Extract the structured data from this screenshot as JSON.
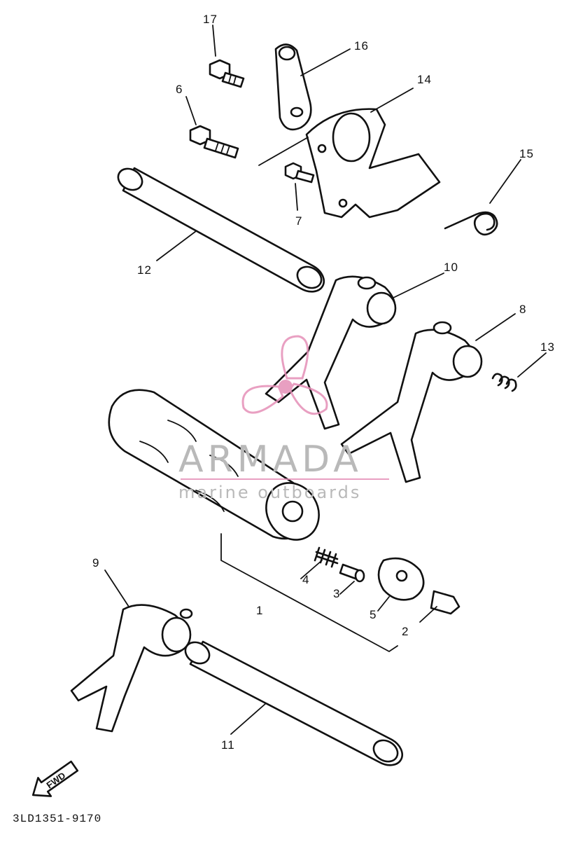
{
  "diagram": {
    "code": "3LD1351-9170",
    "fwd_label": "FWD",
    "parts": [
      {
        "id": "p1",
        "label": "1"
      },
      {
        "id": "p2",
        "label": "2"
      },
      {
        "id": "p3",
        "label": "3"
      },
      {
        "id": "p4",
        "label": "4"
      },
      {
        "id": "p5",
        "label": "5"
      },
      {
        "id": "p6",
        "label": "6"
      },
      {
        "id": "p7",
        "label": "7"
      },
      {
        "id": "p8",
        "label": "8"
      },
      {
        "id": "p9",
        "label": "9"
      },
      {
        "id": "p10",
        "label": "10"
      },
      {
        "id": "p11",
        "label": "11"
      },
      {
        "id": "p12",
        "label": "12"
      },
      {
        "id": "p13",
        "label": "13"
      },
      {
        "id": "p14",
        "label": "14"
      },
      {
        "id": "p15",
        "label": "15"
      },
      {
        "id": "p16",
        "label": "16"
      },
      {
        "id": "p17",
        "label": "17"
      }
    ]
  },
  "watermark": {
    "brand": "ARMADA",
    "tagline": "marine outboards",
    "logo_color": "#e58fb7",
    "text_color": "#b9b9b9"
  }
}
